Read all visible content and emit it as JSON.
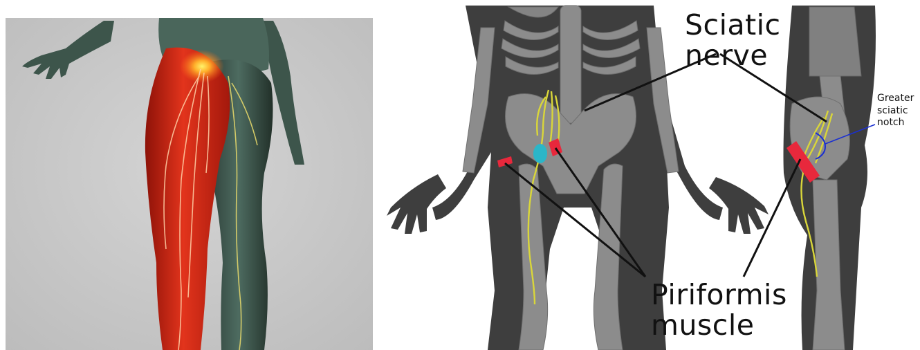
{
  "labels": {
    "sciatic_nerve": [
      "Sciatic",
      "nerve"
    ],
    "piriformis_muscle": [
      "Piriformis",
      "muscle"
    ],
    "greater_sciatic_notch": [
      "Greater",
      "sciatic",
      "notch"
    ]
  },
  "colors": {
    "background_left": "#c6c6c6",
    "body_dark": "#3e3e3e",
    "bone": "#8c8c8c",
    "nerve": "#d9d63a",
    "muscle": "#e8283c",
    "highlight_cyan": "#2bb6c8",
    "pain_red": "#d92a1c",
    "notch_line": "#1a2fd1"
  }
}
